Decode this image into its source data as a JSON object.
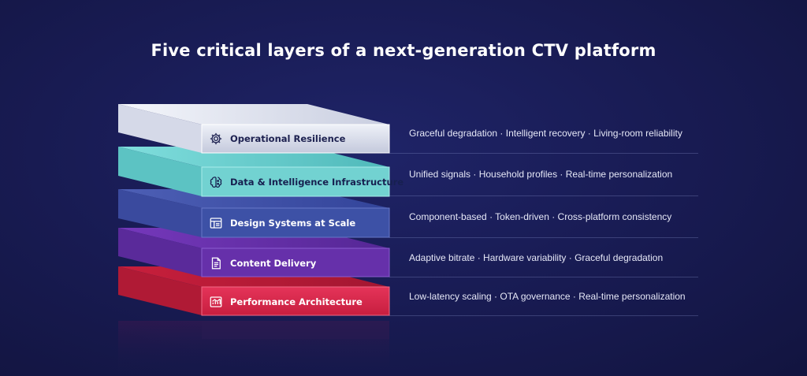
{
  "title": "Five critical layers of a next-generation CTV platform",
  "layers": [
    {
      "name": "Operational Resilience",
      "icon": "gear-icon",
      "color": "#dfe3ef",
      "text_color": "#1d2150",
      "description": "Graceful degradation · Intelligent recovery · Living-room reliability"
    },
    {
      "name": "Data & Intelligence Infrastructure",
      "icon": "brain-icon",
      "color": "#6fd0cf",
      "text_color": "#172050",
      "description": "Unified signals · Household profiles · Real-time personalization"
    },
    {
      "name": "Design Systems at Scale",
      "icon": "layout-icon",
      "color": "#3c4fa4",
      "text_color": "#ffffff",
      "description": "Component-based · Token-driven · Cross-platform consistency"
    },
    {
      "name": "Content Delivery",
      "icon": "document-icon",
      "color": "#6330a8",
      "text_color": "#ffffff",
      "description": "Adaptive bitrate · Hardware variability · Graceful degradation"
    },
    {
      "name": "Performance Architecture",
      "icon": "chart-icon",
      "color": "#d72749",
      "text_color": "#ffffff",
      "description": "Low-latency scaling · OTA governance · Real-time personalization"
    }
  ]
}
